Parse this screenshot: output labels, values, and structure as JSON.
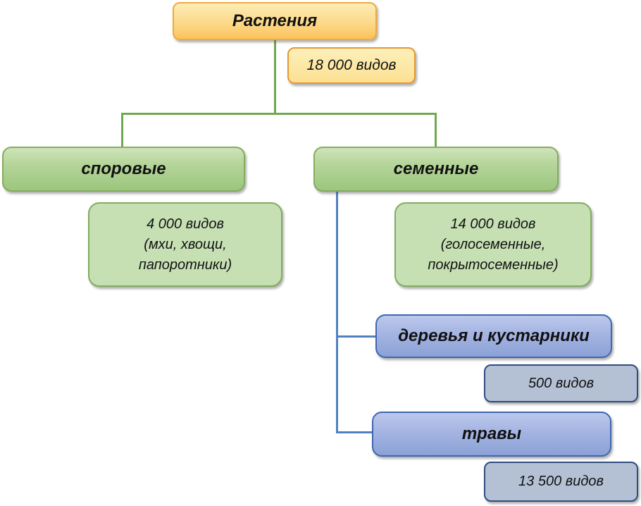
{
  "diagram": {
    "title_node": "Растения",
    "root": {
      "label": "Растения",
      "count": "18 000 видов"
    },
    "branches": {
      "spore": {
        "label": "споровые",
        "count_line1": "4 000 видов",
        "count_line2": "(мхи, хвощи,",
        "count_line3": "папоротники)"
      },
      "seed": {
        "label": "семенные",
        "count_line1": "14 000 видов",
        "count_line2": "(голосеменные,",
        "count_line3": "покрытосеменные)"
      }
    },
    "seed_children": {
      "trees": {
        "label": "деревья и кустарники",
        "count": "500 видов"
      },
      "grasses": {
        "label": "травы",
        "count": "13 500 видов"
      }
    }
  },
  "colors": {
    "root_fill_top": "#FDEDB6",
    "root_fill_bottom": "#FBC35C",
    "root_border": "#F0AA3E",
    "count_yellow_fill": "#FCE9A1",
    "count_yellow_border": "#E8962F",
    "green_fill_top": "#CFE3BB",
    "green_fill_bottom": "#9CC67E",
    "green_border": "#84AD5C",
    "lightgreen_fill": "#C6E0B4",
    "lightgreen_border": "#82AC60",
    "blue_fill_top": "#BCC8EC",
    "blue_fill_bottom": "#8BA1D6",
    "blue_border": "#4066AE",
    "gray_fill": "#B4C0D4",
    "gray_border": "#2E4D7E",
    "connector_green": "#6FA84E",
    "connector_blue": "#4F81C2",
    "background": "#FFFFFF"
  }
}
